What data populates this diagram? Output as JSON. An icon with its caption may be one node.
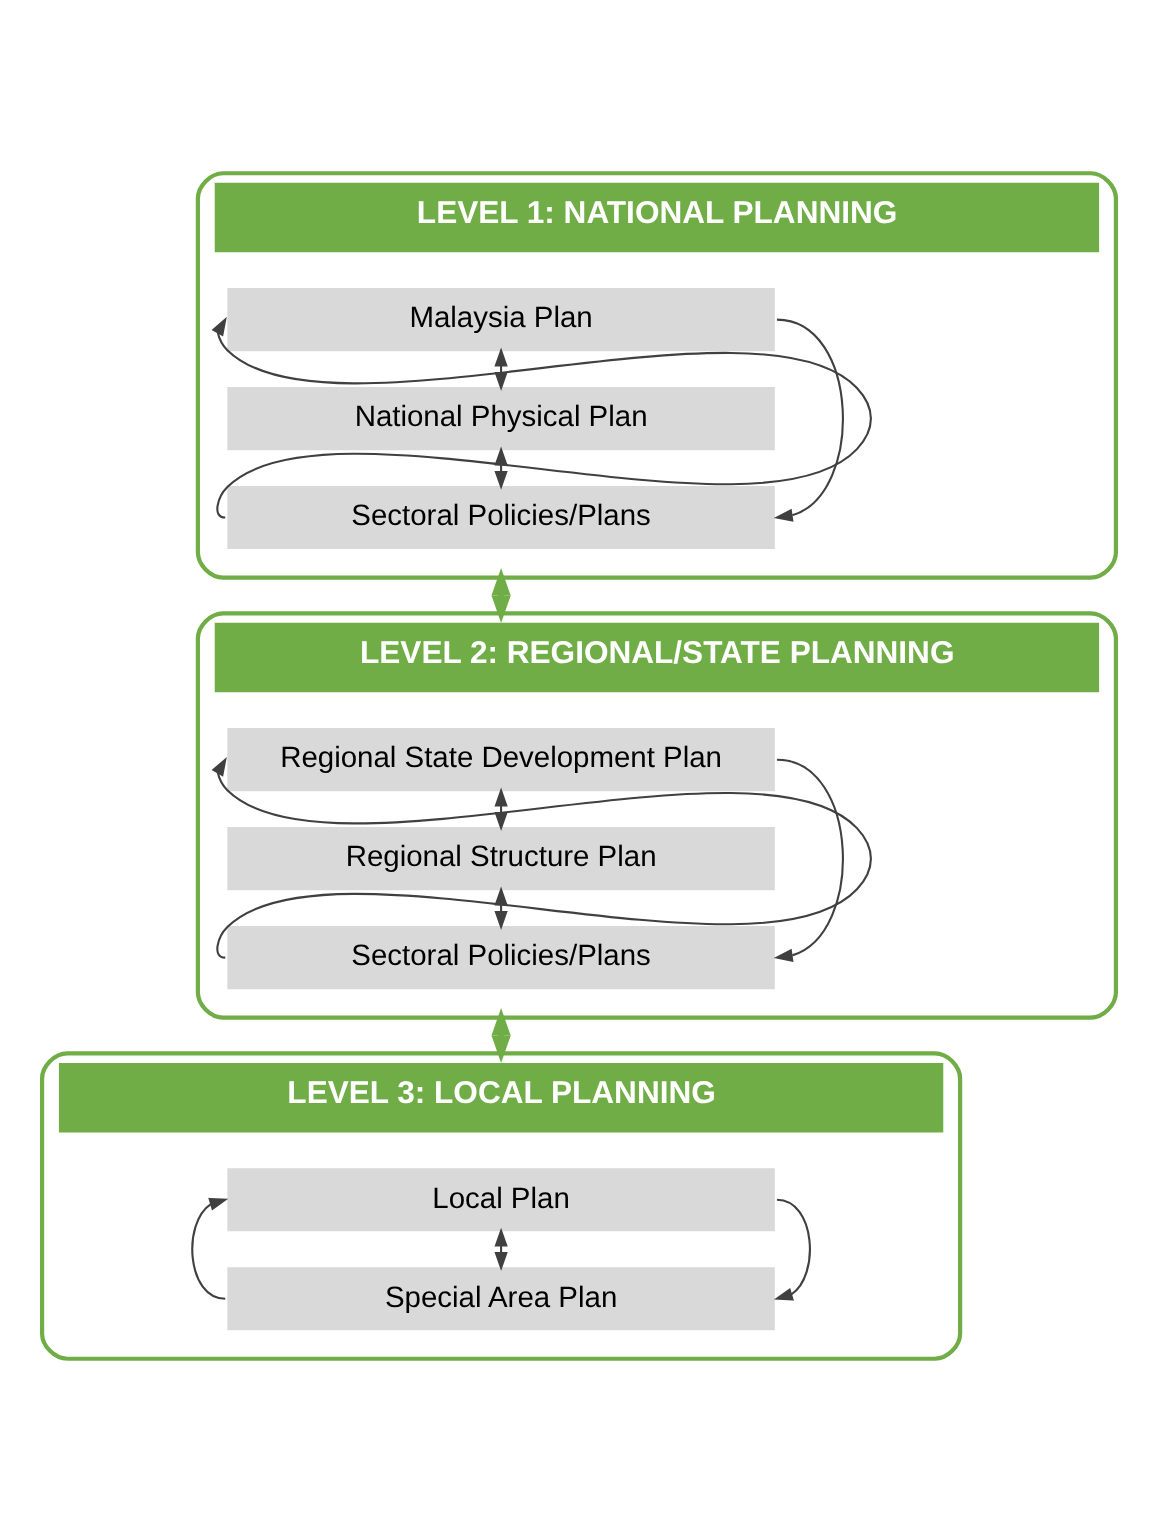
{
  "diagram": {
    "nodes": [
      {
        "text": [
          "LEVEL 1: NATIONAL PLANNING"
        ]
      },
      {
        "text": [
          "Malaysia Plan"
        ],
        "in": 0
      },
      {
        "text": [
          "National Physical Plan"
        ],
        "in": 0
      },
      {
        "text": [
          "Sectoral Policies/Plans"
        ],
        "in": 0
      },
      {
        "text": [
          "LEVEL 2: REGIONAL/STATE PLANNING"
        ]
      },
      {
        "text": [
          "Regional State Development Plan"
        ],
        "in": 4
      },
      {
        "text": [
          "Regional Structure Plan"
        ],
        "in": 4
      },
      {
        "text": [
          "Sectoral Policies/Plans"
        ],
        "in": 4
      },
      {
        "text": [
          "LEVEL 3: LOCAL PLANNING"
        ]
      },
      {
        "text": [
          "Local Plan"
        ],
        "in": 8
      },
      {
        "text": [
          "Special Area Plan"
        ],
        "in": 8
      }
    ],
    "edges": [
      {
        "from": 1,
        "to": 2,
        "arrow": "both"
      },
      {
        "from": 2,
        "to": 3,
        "arrow": "both"
      },
      {
        "from": 1,
        "to": 3,
        "arrow": "to"
      },
      {
        "from": 3,
        "to": 1,
        "arrow": "to"
      },
      {
        "from": 0,
        "to": 4,
        "arrow": "both",
        "style": "thick",
        "color": "#70ad47"
      },
      {
        "from": 5,
        "to": 6,
        "arrow": "both"
      },
      {
        "from": 6,
        "to": 7,
        "arrow": "both"
      },
      {
        "from": 5,
        "to": 7,
        "arrow": "to"
      },
      {
        "from": 7,
        "to": 5,
        "arrow": "to"
      },
      {
        "from": 4,
        "to": 8,
        "arrow": "both",
        "style": "thick",
        "color": "#70ad47"
      },
      {
        "from": 9,
        "to": 10,
        "arrow": "both"
      },
      {
        "from": 9,
        "to": 10,
        "arrow": "to"
      },
      {
        "from": 10,
        "to": 9,
        "arrow": "to"
      }
    ]
  }
}
